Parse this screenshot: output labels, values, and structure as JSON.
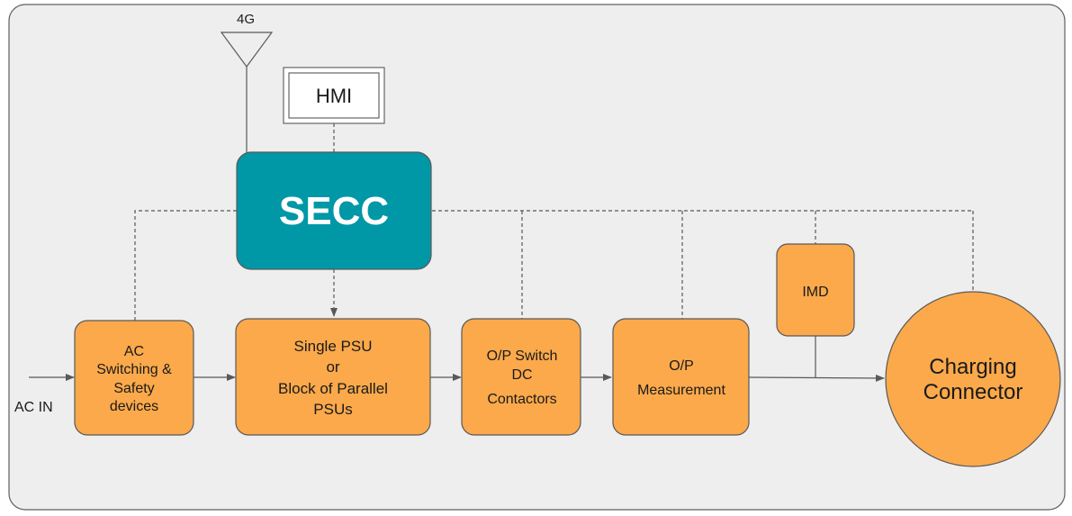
{
  "diagram": {
    "antenna_label": "4G",
    "hmi_label": "HMI",
    "secc_label": "SECC",
    "ac_in_label": "AC IN",
    "imd_label": "IMD",
    "blocks": {
      "ac_switching": [
        "AC",
        "Switching &",
        "Safety",
        "devices"
      ],
      "psu": [
        "Single PSU",
        "or",
        "Block of Parallel",
        "PSUs"
      ],
      "op_switch": [
        "O/P Switch",
        "DC",
        "Contactors"
      ],
      "op_measurement": [
        "O/P",
        "Measurement"
      ],
      "charging_connector": [
        "Charging",
        "Connector"
      ]
    },
    "colors": {
      "block_fill": "#fba94b",
      "secc_fill": "#0097a7",
      "frame_fill": "#eeeeee",
      "line": "#595959"
    }
  }
}
